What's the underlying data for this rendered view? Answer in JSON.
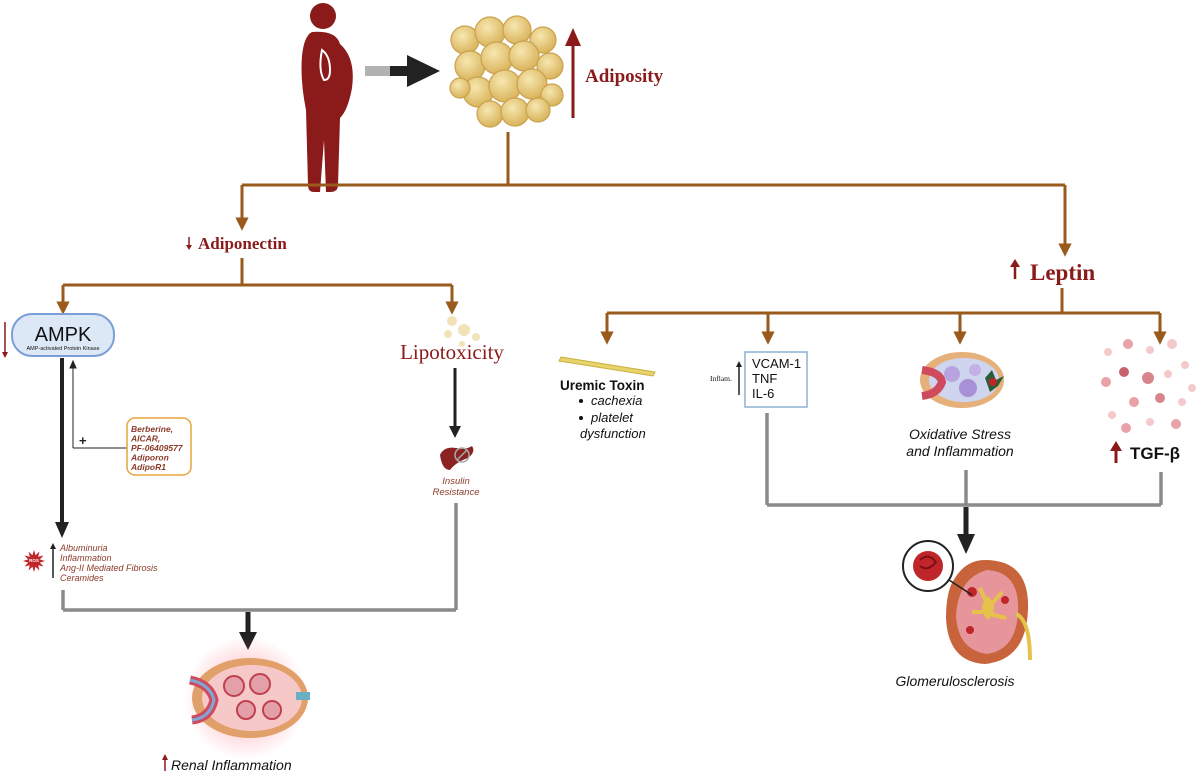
{
  "labels": {
    "adiposity": "Adiposity",
    "adiponectin": "Adiponectin",
    "leptin": "Leptin",
    "ampk": "AMPK",
    "ampk_sub": "AMP-activated Protein Kinase",
    "lipotoxicity": "Lipotoxicity",
    "insulin_resistance": [
      "Insulin",
      "Resistance"
    ],
    "activators": [
      "Berberine,",
      "AICAR,",
      "PF-06409577",
      "Adiporon",
      "AdipoR1"
    ],
    "plus": "+",
    "ros": "ROS",
    "effects": [
      "Albuminuria",
      "Inflammation",
      "Ang-II Mediated Fibrosis",
      "Ceramides"
    ],
    "renal_inflammation": "Renal Inflammation",
    "uremic_toxin": "Uremic Toxin",
    "uremic_items": [
      "cachexia",
      "platelet",
      "dysfunction"
    ],
    "inflam": "Inflam.",
    "cytokines": [
      "VCAM-1",
      "TNF",
      "IL-6"
    ],
    "oxidative": [
      "Oxidative Stress",
      "and Inflammation"
    ],
    "tgf": "TGF-β",
    "glomerulosclerosis": "Glomerulosclerosis"
  },
  "colors": {
    "brown": "#9a5a1c",
    "dark_red": "#8b1a1a",
    "gray": "#8a8a8a",
    "black": "#222222",
    "ampk_fill": "#dde8f7",
    "ampk_stroke": "#7c9ed6",
    "activator_box": "#e8a33c"
  },
  "icons": [
    "body-icon",
    "fat-cells-icon",
    "pancreas-icon",
    "kidney-cross-section-icon",
    "kidney-icon",
    "glomerulus-icon",
    "crystal-icon",
    "tgf-particles-icon"
  ]
}
